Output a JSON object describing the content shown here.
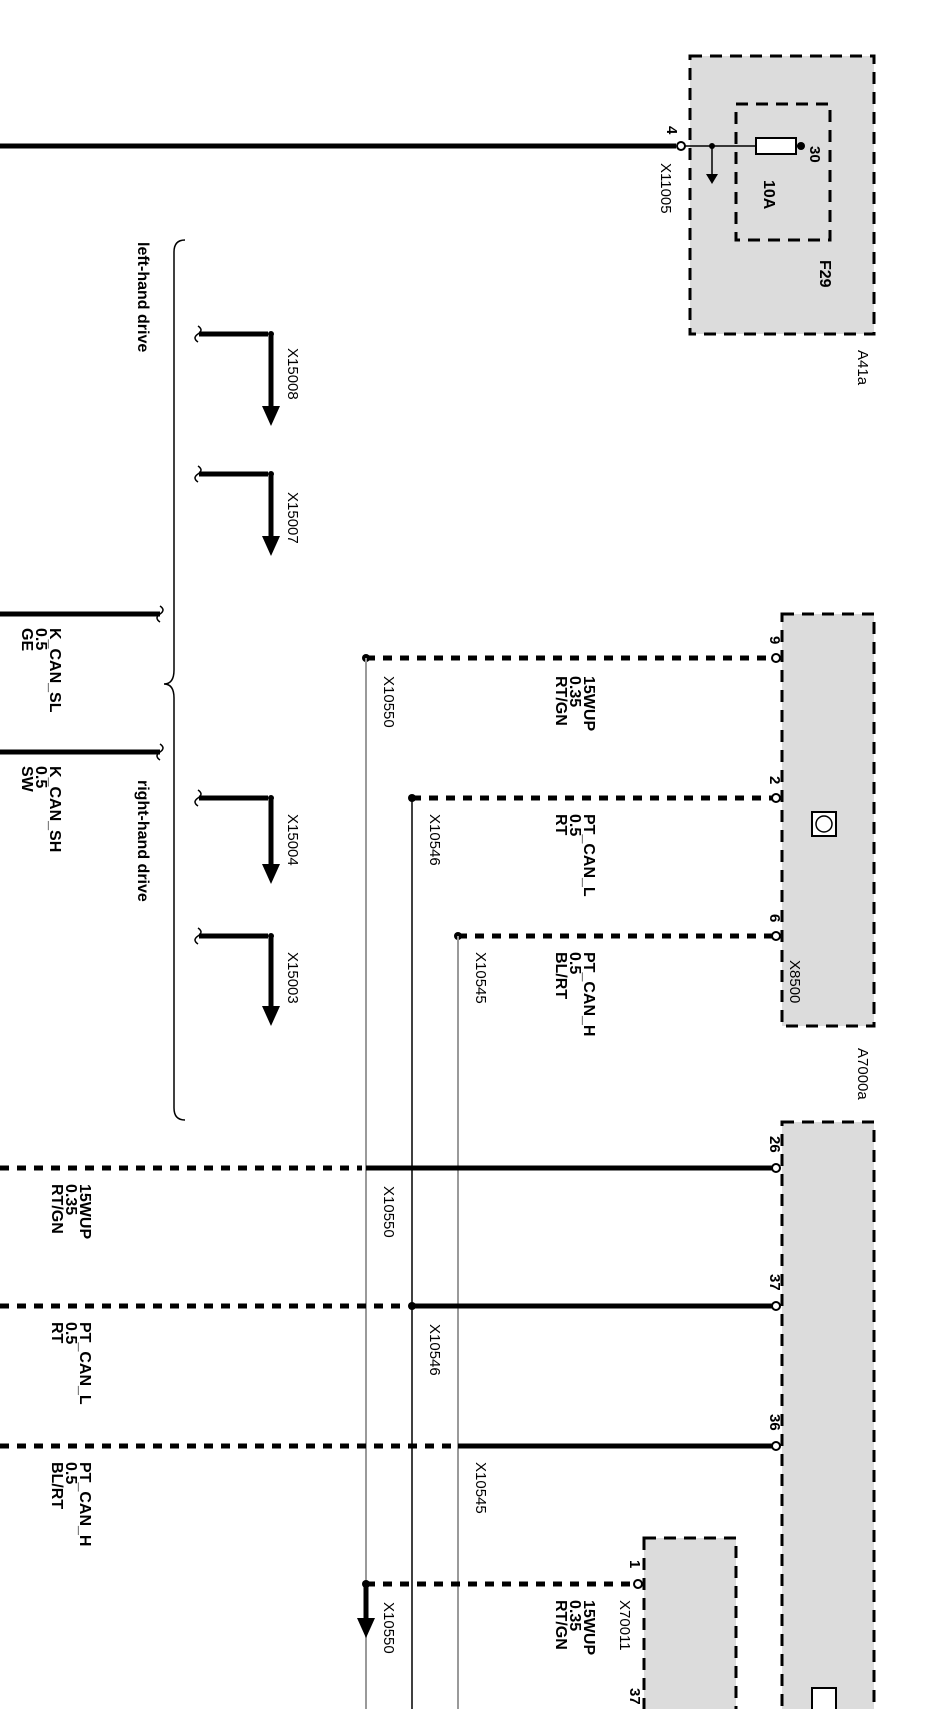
{
  "components": {
    "a41a": {
      "name": "A41a",
      "fuse": "F29",
      "fuse_rating": "10A",
      "fuse_pin": "30",
      "connector": "X11005",
      "pin": "4"
    },
    "a7000a": {
      "name": "A7000a",
      "connector": "X8500",
      "pins_top": [
        "9",
        "2",
        "6"
      ],
      "pins_bottom": [
        "26",
        "37",
        "36"
      ]
    },
    "x70011": {
      "connector": "X70011",
      "pin": "1",
      "pin_right": "37"
    }
  },
  "groups": {
    "left_hand_drive": "left-hand drive",
    "right_hand_drive": "right-hand drive"
  },
  "connectors": {
    "lhd": [
      "X15008",
      "X15007"
    ],
    "rhd": [
      "X15004",
      "X15003"
    ]
  },
  "left_wires": [
    {
      "name": "K_CAN_SL",
      "size": "0.5",
      "color": "GE"
    },
    {
      "name": "K_CAN_SH",
      "size": "0.5",
      "color": "SW"
    }
  ],
  "top_wires": [
    {
      "name": "15WUP",
      "size": "0.35",
      "color": "RT/GN",
      "splice": "X10550"
    },
    {
      "name": "PT_CAN_L",
      "size": "0.5",
      "color": "RT",
      "splice": "X10546"
    },
    {
      "name": "PT_CAN_H",
      "size": "0.5",
      "color": "BL/RT",
      "splice": "X10545"
    }
  ],
  "bottom_wires": [
    {
      "name": "15WUP",
      "size": "0.35",
      "color": "RT/GN",
      "splice": "X10550"
    },
    {
      "name": "PT_CAN_L",
      "size": "0.5",
      "color": "RT",
      "splice": "X10546"
    },
    {
      "name": "PT_CAN_H",
      "size": "0.5",
      "color": "BL/RT",
      "splice": "X10545"
    }
  ],
  "x70011_wire": {
    "name": "15WUP",
    "size": "0.35",
    "color": "RT/GN",
    "splice": "X10550"
  }
}
